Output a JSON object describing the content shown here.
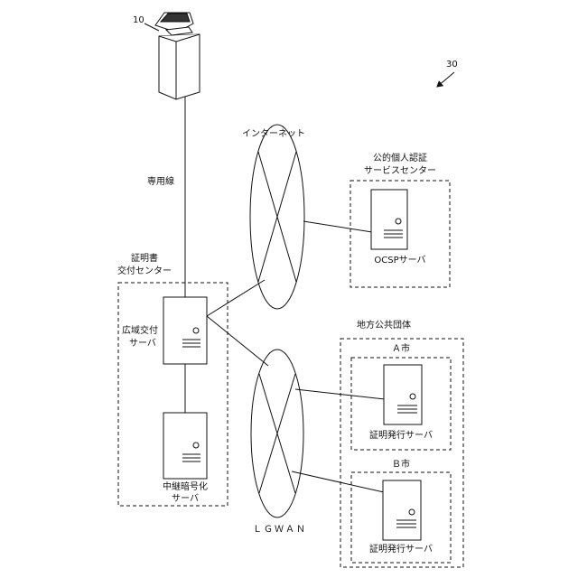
{
  "labels": {
    "terminal_ref": "10",
    "figure_ref": "30",
    "dedicated_line": "専用線",
    "internet": "インターネット",
    "jpki_center_line1": "公的個人認証",
    "jpki_center_line2": "サービスセンター",
    "ocsp_server": "OCSPサーバ",
    "cert_center_line1": "証明書",
    "cert_center_line2": "交付センター",
    "wide_area_server_line1": "広域交付",
    "wide_area_server_line2": "サーバ",
    "relay_server_line1": "中継暗号化",
    "relay_server_line2": "サーバ",
    "lgwan": "ＬＧＷＡＮ",
    "local_gov": "地方公共団体",
    "city_a": "Ａ市",
    "city_b": "Ｂ市",
    "cert_server_a": "証明発行サーバ",
    "cert_server_b": "証明発行サーバ"
  }
}
